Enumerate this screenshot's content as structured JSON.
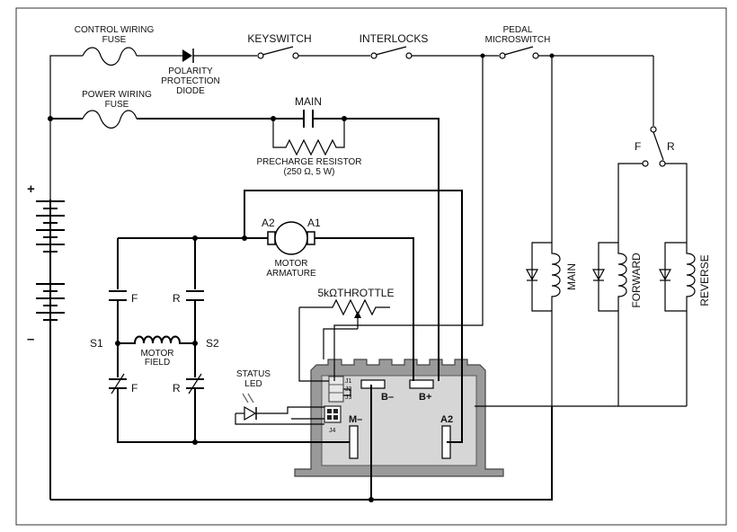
{
  "labels": {
    "control_wiring_fuse_1": "CONTROL WIRING",
    "control_wiring_fuse_2": "FUSE",
    "polarity_1": "POLARITY",
    "polarity_2": "PROTECTION",
    "polarity_3": "DIODE",
    "keyswitch": "KEYSWITCH",
    "interlocks": "INTERLOCKS",
    "pedal_1": "PEDAL",
    "pedal_2": "MICROSWITCH",
    "power_fuse_1": "POWER WIRING",
    "power_fuse_2": "FUSE",
    "main_contact": "MAIN",
    "precharge_1": "PRECHARGE RESISTOR",
    "precharge_2": "(250 Ω, 5 W)",
    "plus": "+",
    "minus": "–",
    "a2": "A2",
    "a1": "A1",
    "motor_1": "MOTOR",
    "motor_2": "ARMATURE",
    "throttle": "5kΩTHROTTLE",
    "f_top": "F",
    "r_top": "R",
    "s1": "S1",
    "s2": "S2",
    "field_1": "MOTOR",
    "field_2": "FIELD",
    "f_bottom": "F",
    "r_bottom": "R",
    "status_1": "STATUS",
    "status_2": "LED",
    "j1": "J1",
    "j2": "J2",
    "j3": "J3",
    "j4": "J4",
    "b_minus": "B–",
    "b_plus": "B+",
    "m_minus": "M–",
    "a2_term": "A2",
    "sw_f": "F",
    "sw_r": "R",
    "coil_main": "MAIN",
    "coil_forward": "FORWARD",
    "coil_reverse": "REVERSE"
  }
}
